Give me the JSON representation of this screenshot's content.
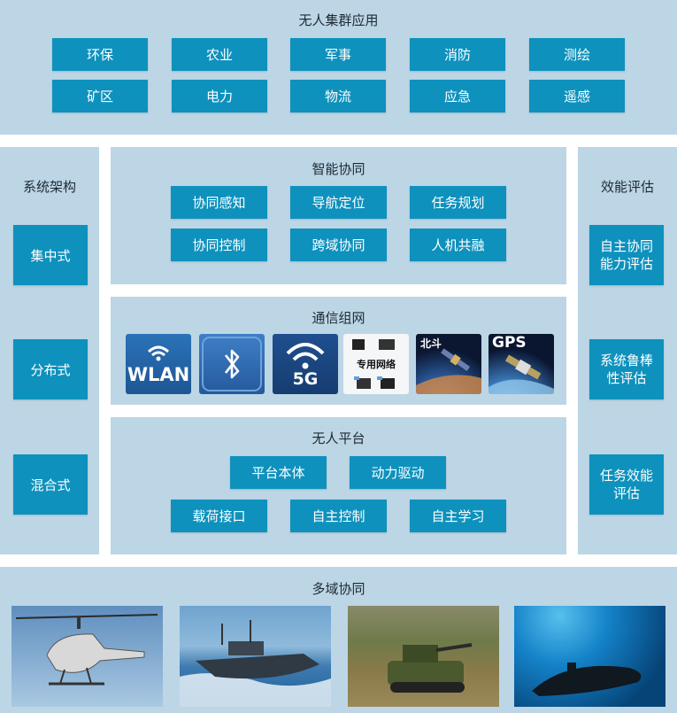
{
  "applications": {
    "title": "无人集群应用",
    "items": [
      "环保",
      "农业",
      "军事",
      "消防",
      "测绘",
      "矿区",
      "电力",
      "物流",
      "应急",
      "遥感"
    ]
  },
  "architecture": {
    "title": "系统架构",
    "items": [
      "集中式",
      "分布式",
      "混合式"
    ]
  },
  "coordination": {
    "title": "智能协同",
    "items": [
      "协同感知",
      "导航定位",
      "任务规划",
      "协同控制",
      "跨域协同",
      "人机共融"
    ]
  },
  "network": {
    "title": "通信组网",
    "tiles": [
      {
        "label": "WLAN",
        "icon": "wifi-icon"
      },
      {
        "label": "",
        "icon": "bluetooth-icon"
      },
      {
        "label": "5G",
        "icon": "wifi-icon"
      },
      {
        "label": "专用网络",
        "icon": "radio-icon"
      },
      {
        "label": "北斗",
        "icon": "satellite-icon"
      },
      {
        "label": "GPS",
        "icon": "satellite-icon"
      }
    ]
  },
  "platform": {
    "title": "无人平台",
    "items": [
      "平台本体",
      "动力驱动",
      "载荷接口",
      "自主控制",
      "自主学习"
    ]
  },
  "evaluation": {
    "title": "效能评估",
    "items": [
      "自主协同能力评估",
      "系统鲁棒性评估",
      "任务效能评估"
    ]
  },
  "domains": {
    "title": "多域协同",
    "photos": [
      "unmanned-helicopter",
      "unmanned-boat",
      "unmanned-ground-vehicle",
      "underwater-vehicle"
    ]
  },
  "colors": {
    "panel": "#bcd6e6",
    "button": "#0e91bd",
    "text": "#1e2a33"
  }
}
